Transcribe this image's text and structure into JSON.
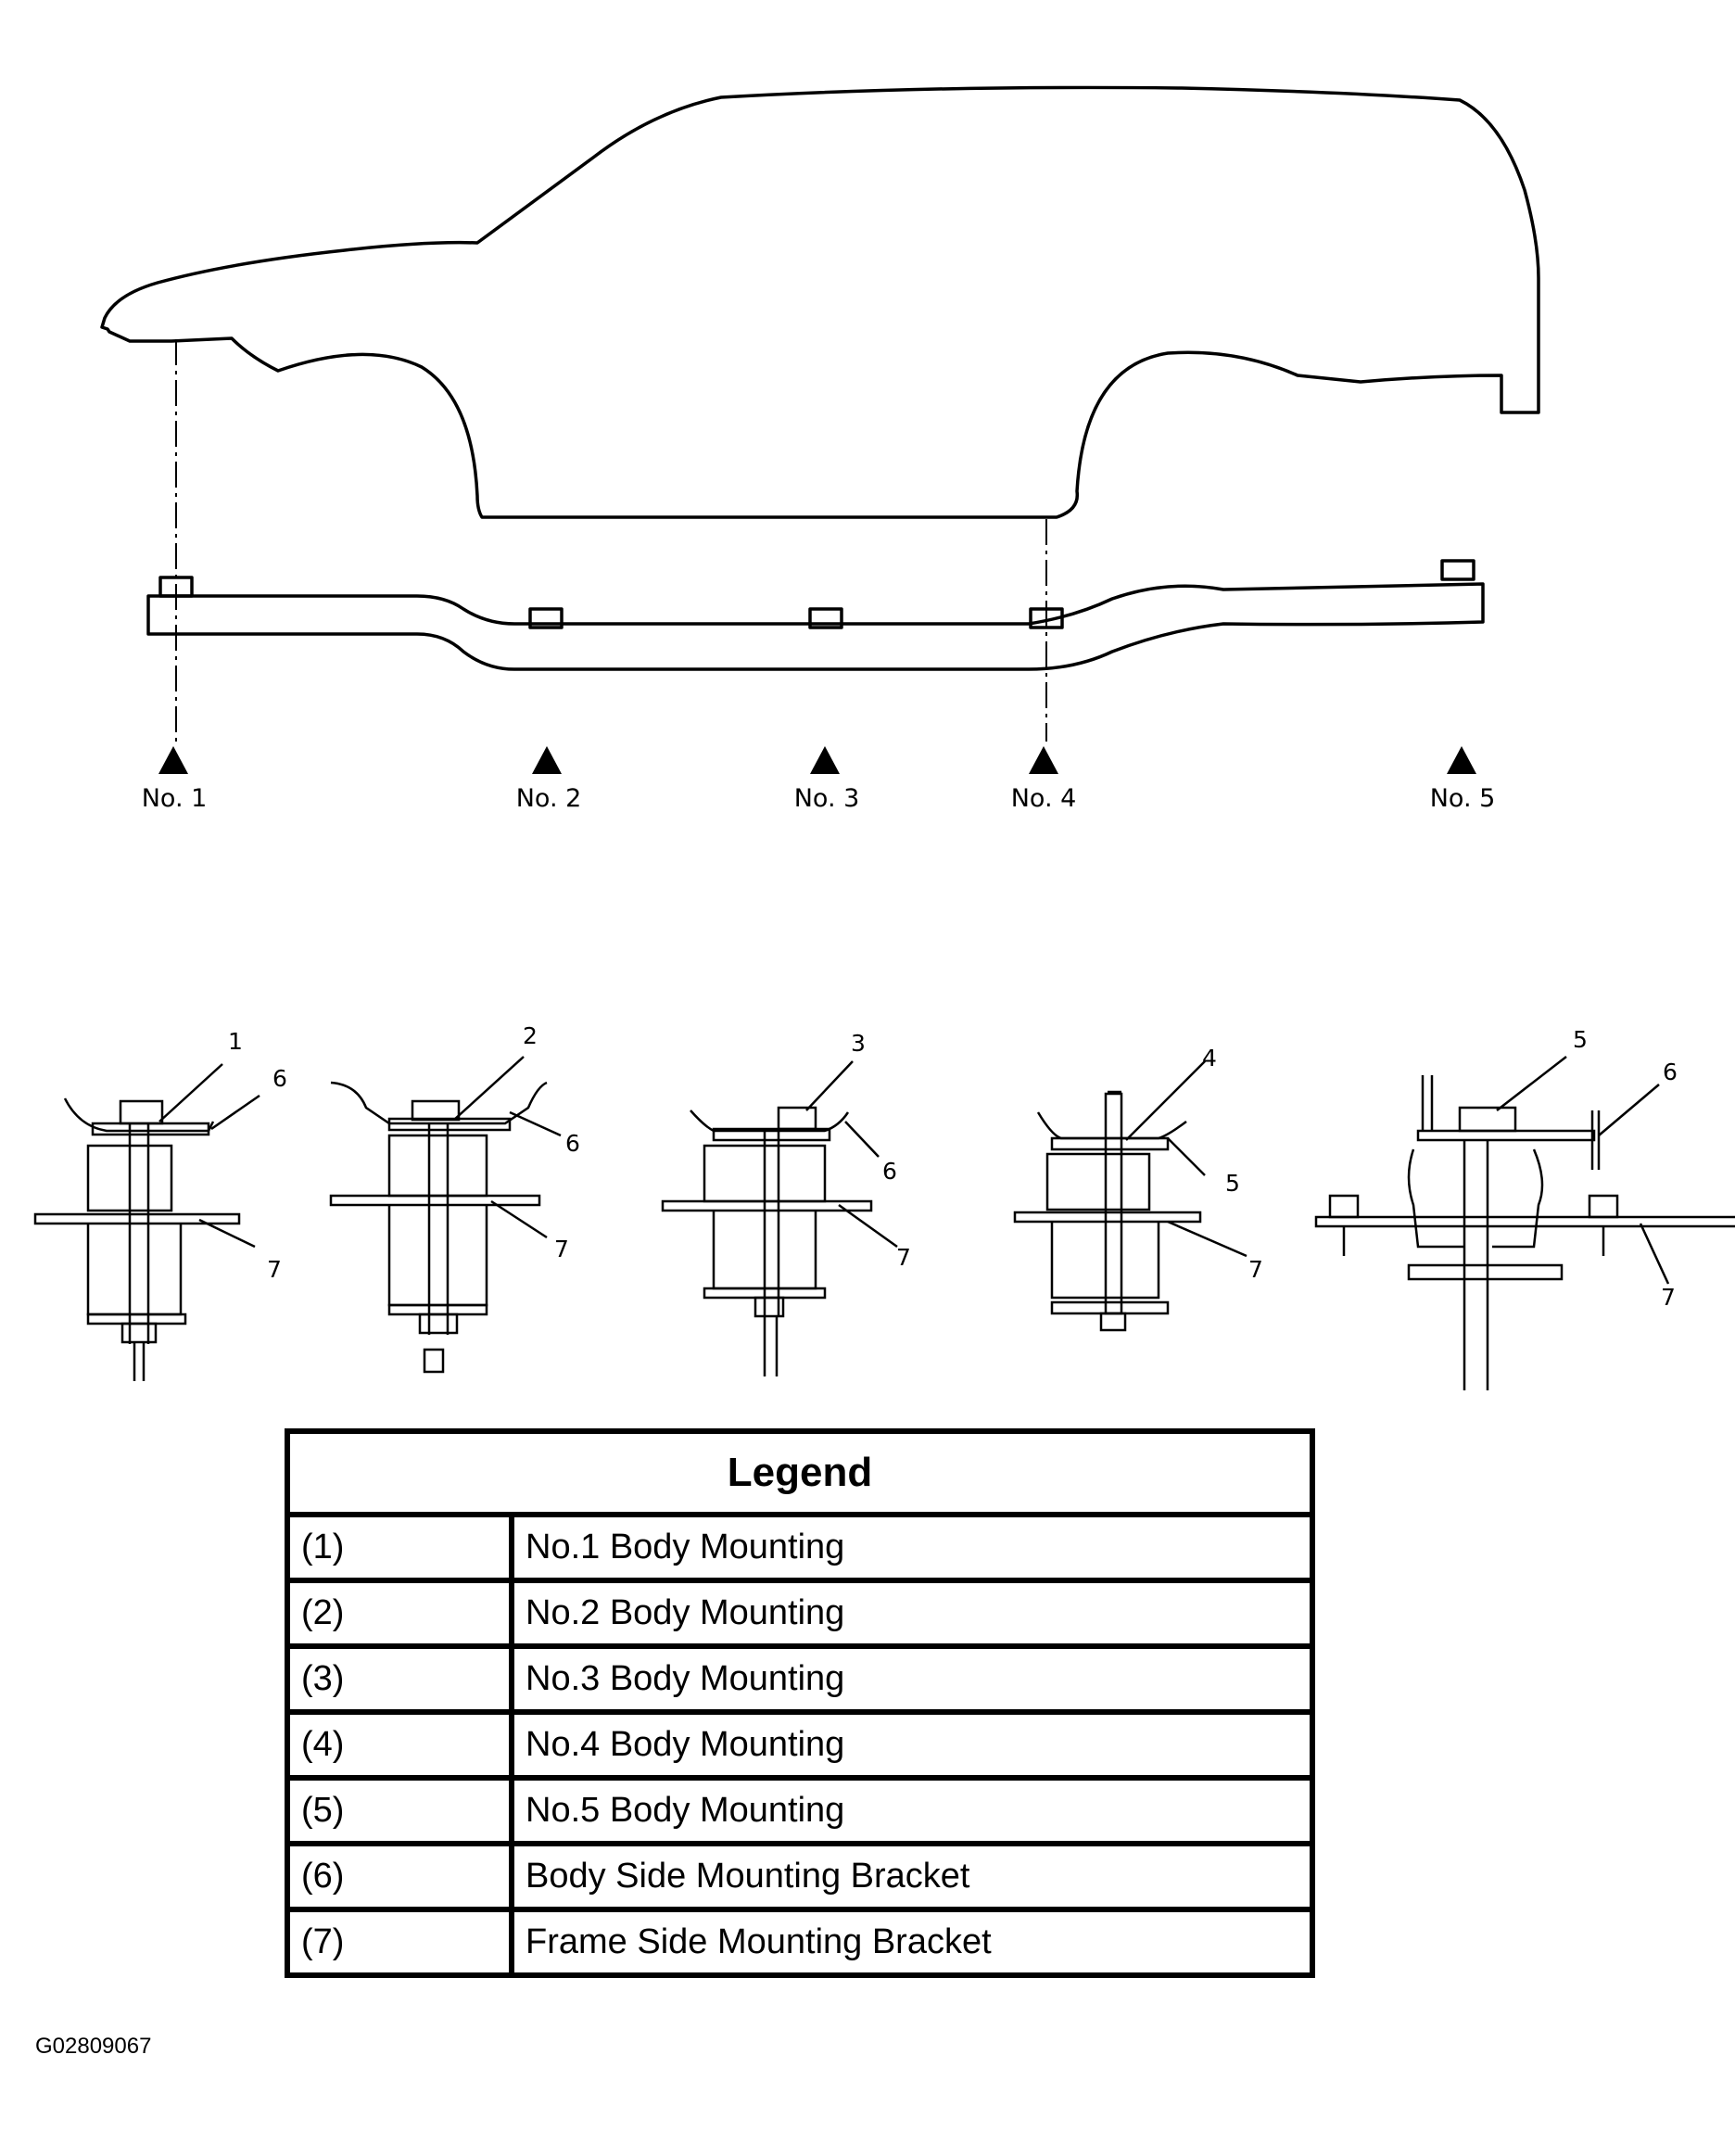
{
  "positions": [
    {
      "id": "1",
      "label": "No. 1"
    },
    {
      "id": "2",
      "label": "No. 2"
    },
    {
      "id": "3",
      "label": "No. 3"
    },
    {
      "id": "4",
      "label": "No. 4"
    },
    {
      "id": "5",
      "label": "No. 5"
    }
  ],
  "callouts": [
    "1",
    "2",
    "3",
    "4",
    "5",
    "6",
    "7"
  ],
  "legend": {
    "title": "Legend",
    "rows": [
      {
        "key": "(1)",
        "text": "No.1 Body Mounting"
      },
      {
        "key": "(2)",
        "text": "No.2 Body Mounting"
      },
      {
        "key": "(3)",
        "text": "No.3 Body Mounting"
      },
      {
        "key": "(4)",
        "text": "No.4 Body Mounting"
      },
      {
        "key": "(5)",
        "text": "No.5 Body Mounting"
      },
      {
        "key": "(6)",
        "text": "Body Side Mounting Bracket"
      },
      {
        "key": "(7)",
        "text": "Frame Side Mounting Bracket"
      }
    ]
  },
  "figure_id": "G02809067"
}
